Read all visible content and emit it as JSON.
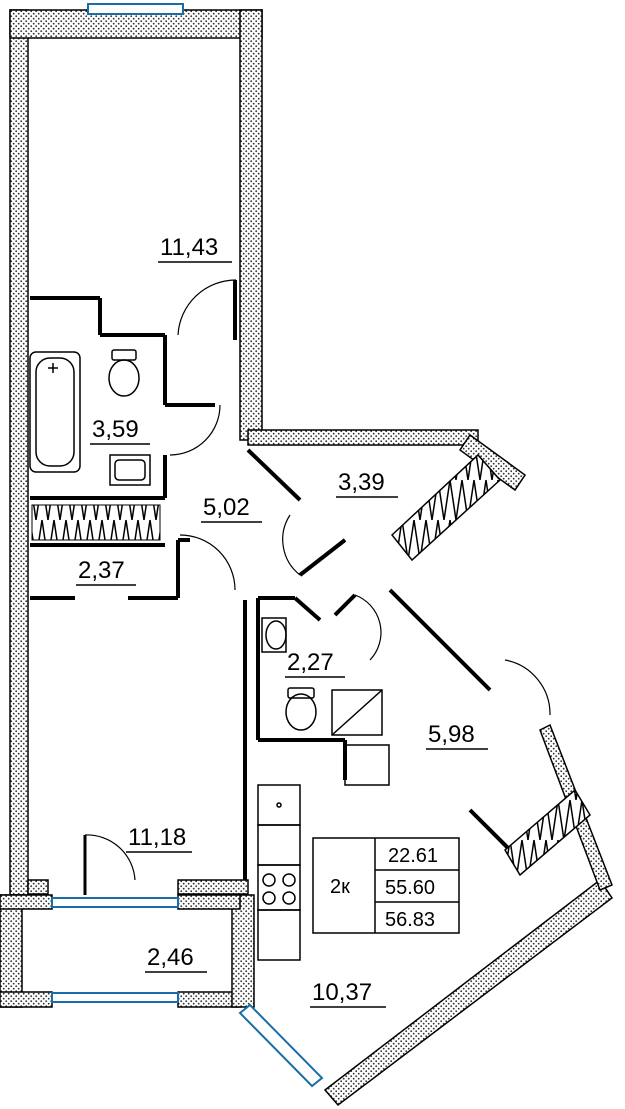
{
  "rooms": {
    "room_top": "11,43",
    "bathroom": "3,59",
    "storage": "2,37",
    "hall": "5,02",
    "loggia_right": "3,39",
    "wc": "2,27",
    "corridor": "5,98",
    "room_bottom": "11,18",
    "balcony": "2,46",
    "kitchen": "10,37"
  },
  "summary": {
    "type": "2к",
    "living_area": "22.61",
    "total_area": "55.60",
    "area_with_loggia": "56.83"
  }
}
